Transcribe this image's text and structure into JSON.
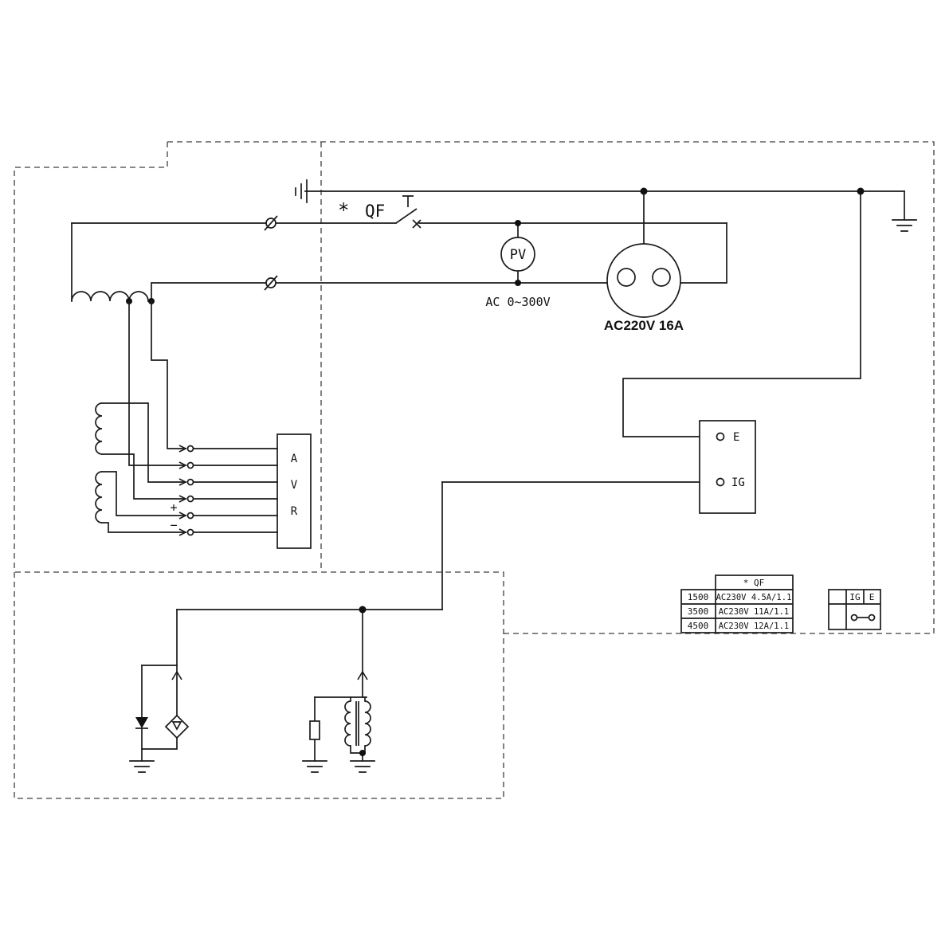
{
  "colors": {
    "line": "#1a1a1a",
    "dashed": "#3f3f3f",
    "background": "#ffffff"
  },
  "labels": {
    "breaker_star": "*",
    "breaker": "QF",
    "voltmeter": "PV",
    "voltmeter_range": "AC 0~300V",
    "socket_rating": "AC220V 16A",
    "avr_a": "A",
    "avr_v": "V",
    "avr_r": "R",
    "plus": "+",
    "minus": "−",
    "terminal_e": "E",
    "terminal_ig": "IG"
  },
  "spec_table": {
    "header": "* QF",
    "rows": [
      {
        "model": "1500",
        "rating": "AC230V 4.5A/1.1"
      },
      {
        "model": "3500",
        "rating": "AC230V 11A/1.1"
      },
      {
        "model": "4500",
        "rating": "AC230V 12A/1.1"
      }
    ]
  },
  "switch_table": {
    "ig": "IG",
    "e": "E"
  }
}
